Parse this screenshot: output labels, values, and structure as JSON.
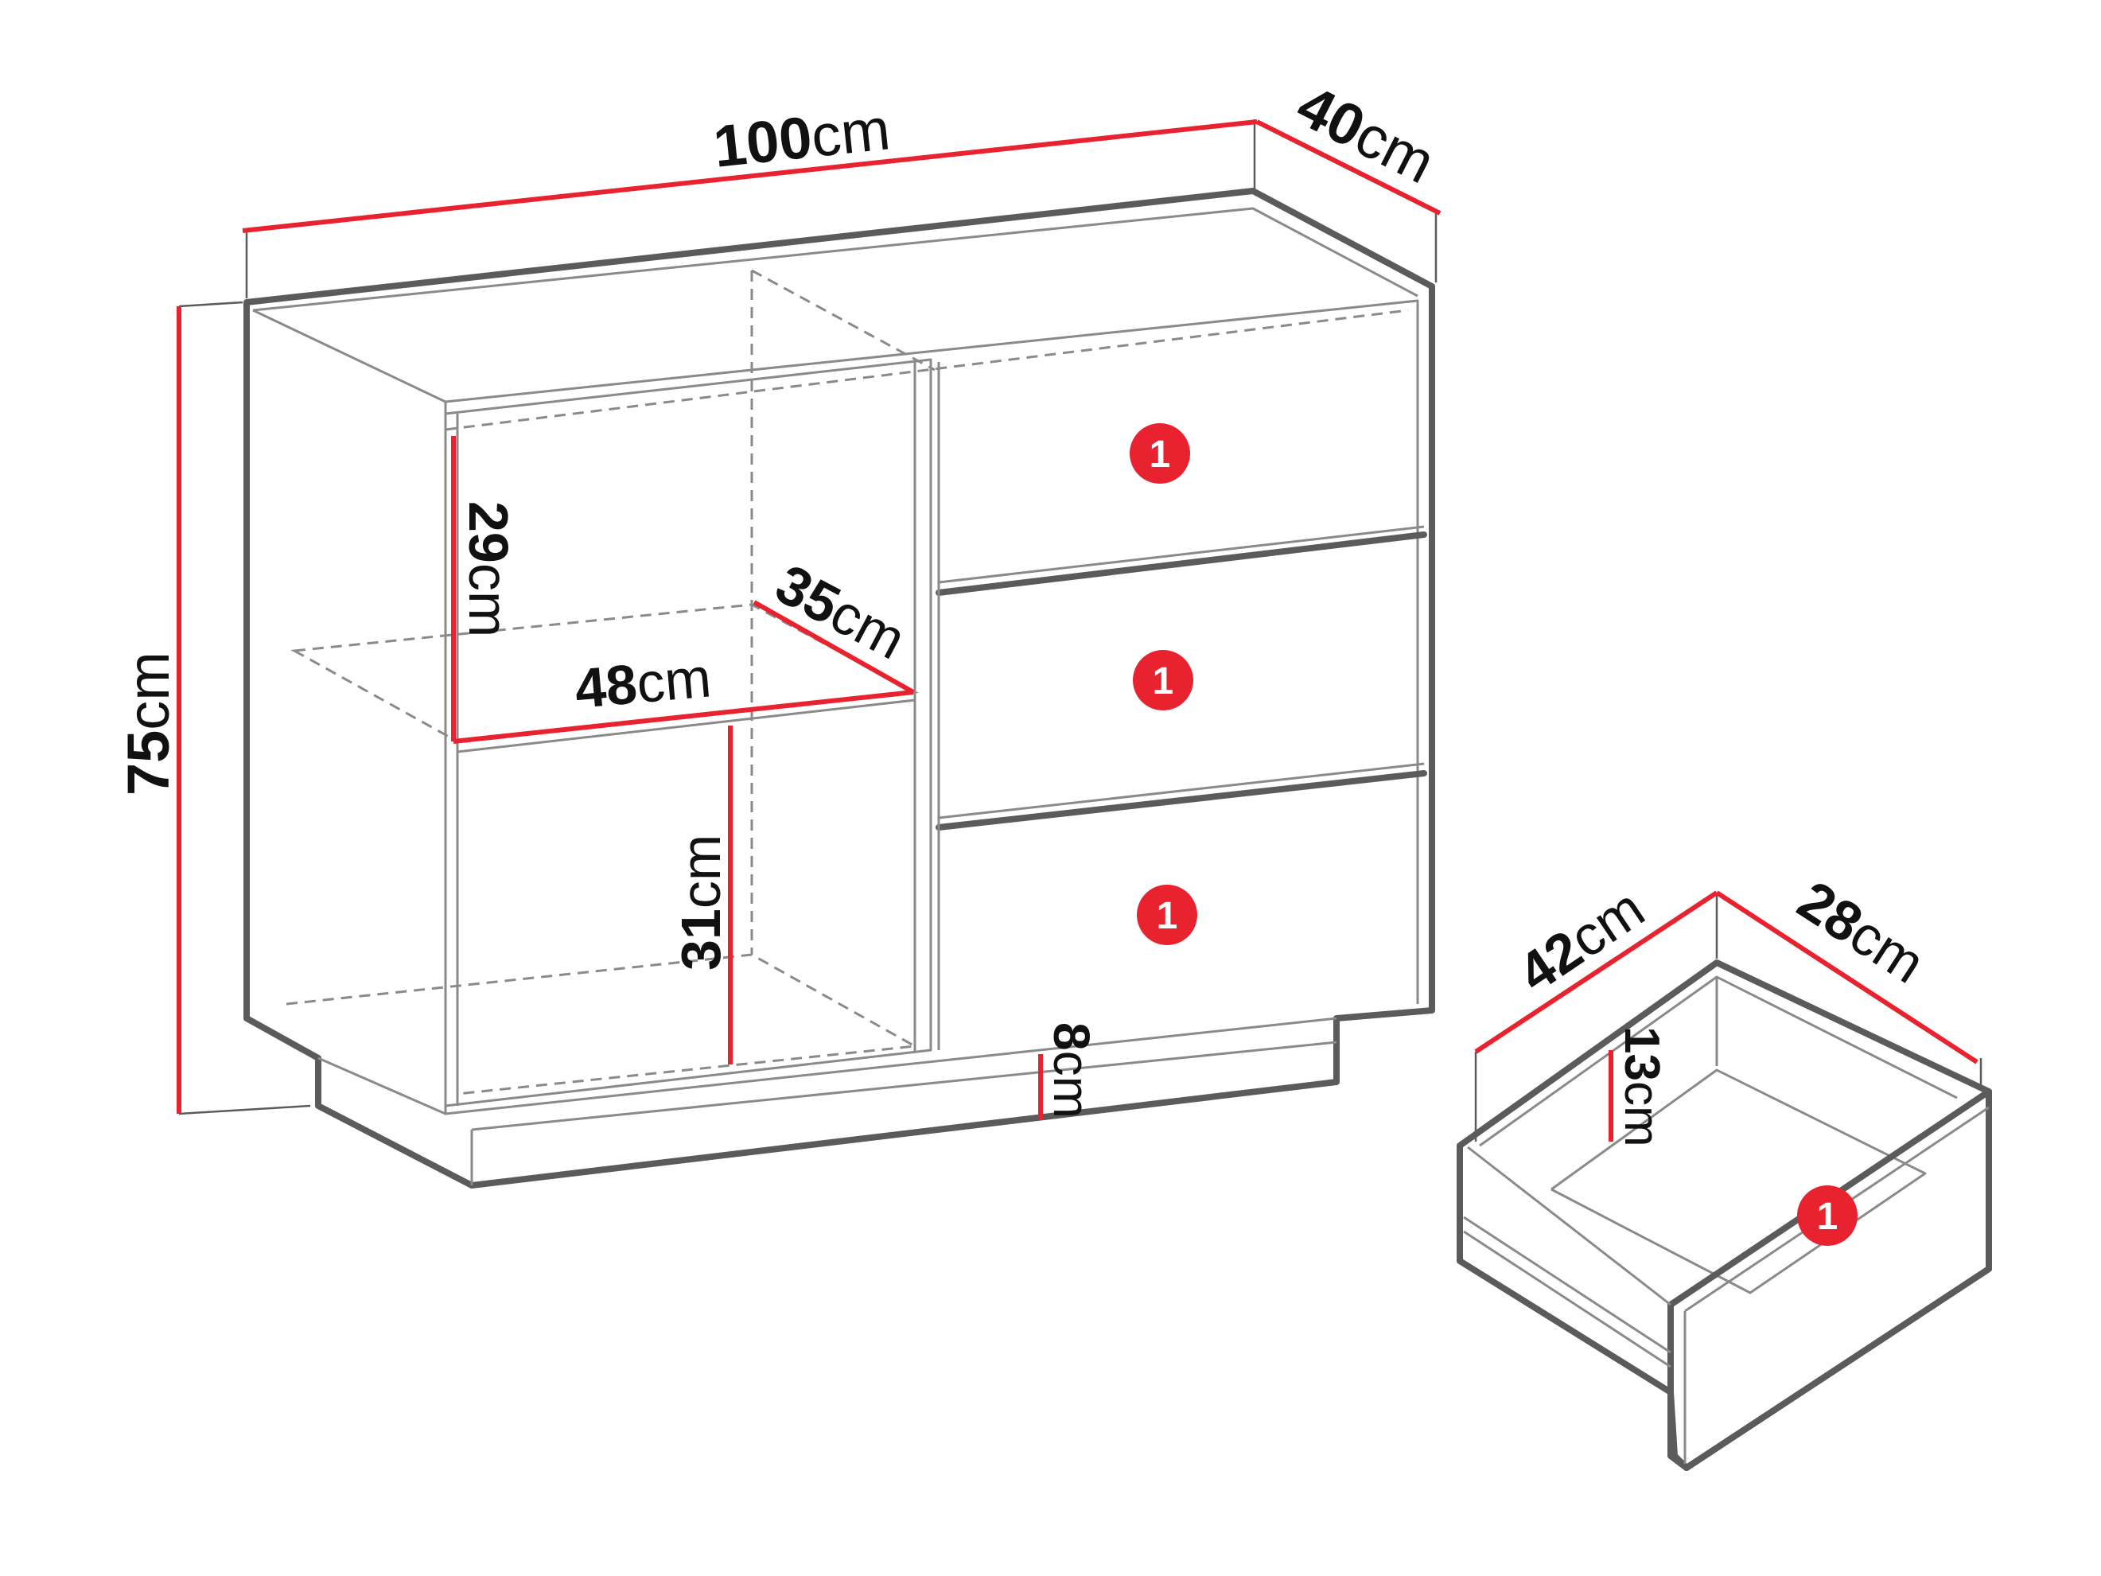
{
  "dimensions": {
    "width": {
      "value": "100",
      "unit": "cm"
    },
    "depth": {
      "value": "40",
      "unit": "cm"
    },
    "height": {
      "value": "75",
      "unit": "cm"
    },
    "shelf_upper": {
      "value": "29",
      "unit": "cm"
    },
    "shelf_depth": {
      "value": "35",
      "unit": "cm"
    },
    "shelf_width": {
      "value": "48",
      "unit": "cm"
    },
    "shelf_lower": {
      "value": "31",
      "unit": "cm"
    },
    "plinth": {
      "value": "8",
      "unit": "cm"
    },
    "drawer_depth": {
      "value": "42",
      "unit": "cm"
    },
    "drawer_width": {
      "value": "28",
      "unit": "cm"
    },
    "drawer_height": {
      "value": "13",
      "unit": "cm"
    }
  },
  "badges": {
    "drawer_1": "1",
    "drawer_2": "1",
    "drawer_3": "1",
    "drawer_detail": "1"
  },
  "colors": {
    "dimension_line": "#e8232f",
    "outline": "#5b5b5b",
    "badge": "#e8232f"
  }
}
